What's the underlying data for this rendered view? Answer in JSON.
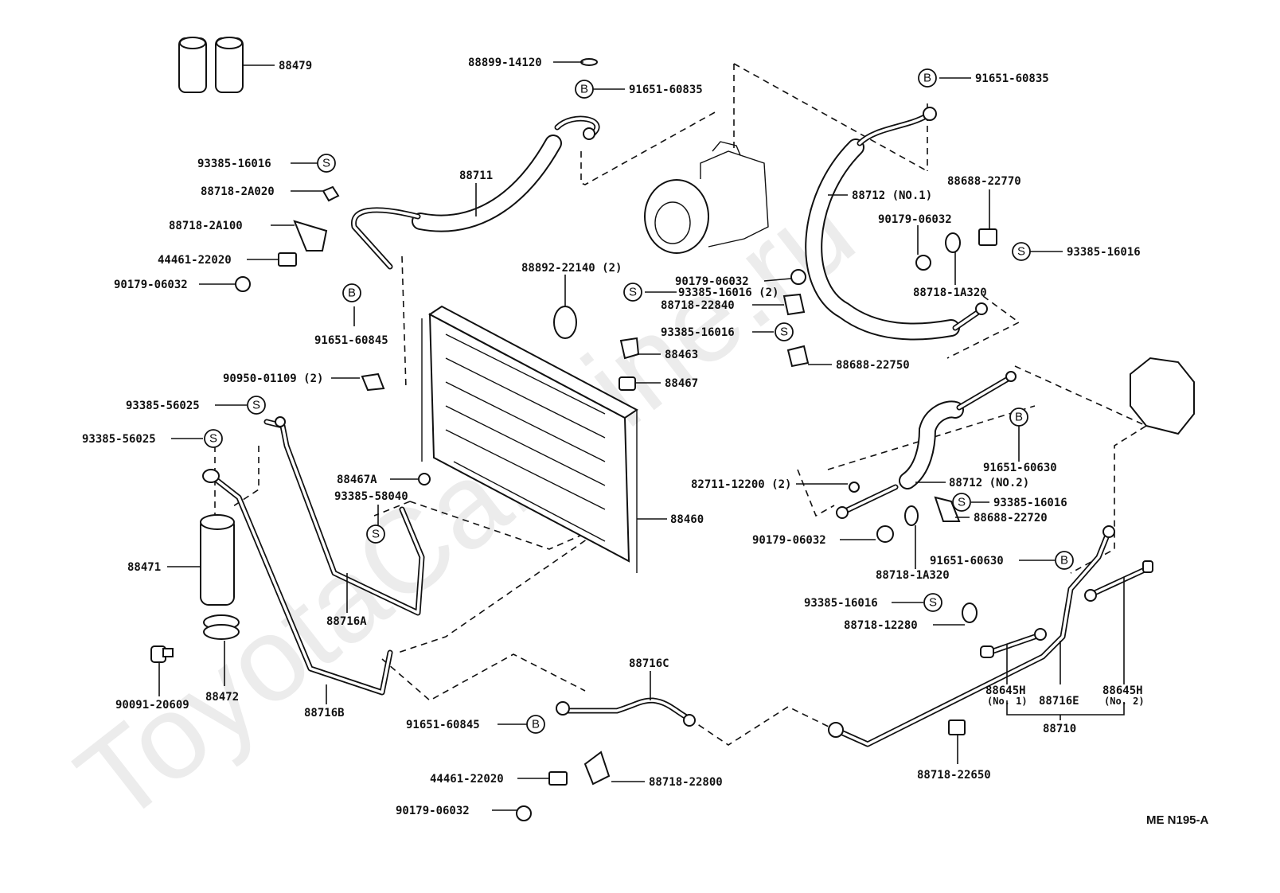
{
  "watermark": "ToyotaCarMine.ru",
  "diagram_code": "ME N195-A",
  "markers": {
    "bolt": "B",
    "stud": "S"
  },
  "labels": {
    "p88479": "88479",
    "p88899_14120": "88899-14120",
    "p91651_60835_a": "91651-60835",
    "p91651_60835_b": "91651-60835",
    "p93385_16016_a": "93385-16016",
    "p88718_2A020": "88718-2A020",
    "p88718_2A100": "88718-2A100",
    "p44461_22020_a": "44461-22020",
    "p90179_06032_a": "90179-06032",
    "p88711": "88711",
    "p91651_60845_a": "91651-60845",
    "p88712_no1": "88712 (NO.1)",
    "p88688_22770": "88688-22770",
    "p90179_06032_b": "90179-06032",
    "p93385_16016_b": "93385-16016",
    "p88718_1A320_a": "88718-1A320",
    "p88892_22140": "88892-22140 (2)",
    "p90179_06032_c": "90179-06032",
    "p93385_16016_c": "93385-16016 (2)",
    "p88718_22840": "88718-22840",
    "p93385_16016_d": "93385-16016",
    "p88463": "88463",
    "p88688_22750": "88688-22750",
    "p88467": "88467",
    "p90950_01109": "90950-01109 (2)",
    "p93385_56025_a": "93385-56025",
    "p93385_56025_b": "93385-56025",
    "p88467A": "88467A",
    "p93385_58040": "93385-58040",
    "p88460": "88460",
    "p88471": "88471",
    "p88716A": "88716A",
    "p91651_60630_a": "91651-60630",
    "p82711_12200": "82711-12200 (2)",
    "p88712_no2": "88712 (NO.2)",
    "p93385_16016_e": "93385-16016",
    "p88688_22720": "88688-22720",
    "p90179_06032_d": "90179-06032",
    "p88718_1A320_b": "88718-1A320",
    "p91651_60630_b": "91651-60630",
    "p93385_16016_f": "93385-16016",
    "p88718_12280": "88718-12280",
    "p90091_20609": "90091-20609",
    "p88472": "88472",
    "p88716B": "88716B",
    "p88716C": "88716C",
    "p91651_60845_b": "91651-60845",
    "p44461_22020_b": "44461-22020",
    "p88718_22800": "88718-22800",
    "p90179_06032_e": "90179-06032",
    "p88645H_1": "88645H",
    "p88645H_1_sub": "(No. 1)",
    "p88716E": "88716E",
    "p88645H_2": "88645H",
    "p88645H_2_sub": "(No. 2)",
    "p88710": "88710",
    "p88718_22650": "88718-22650"
  }
}
